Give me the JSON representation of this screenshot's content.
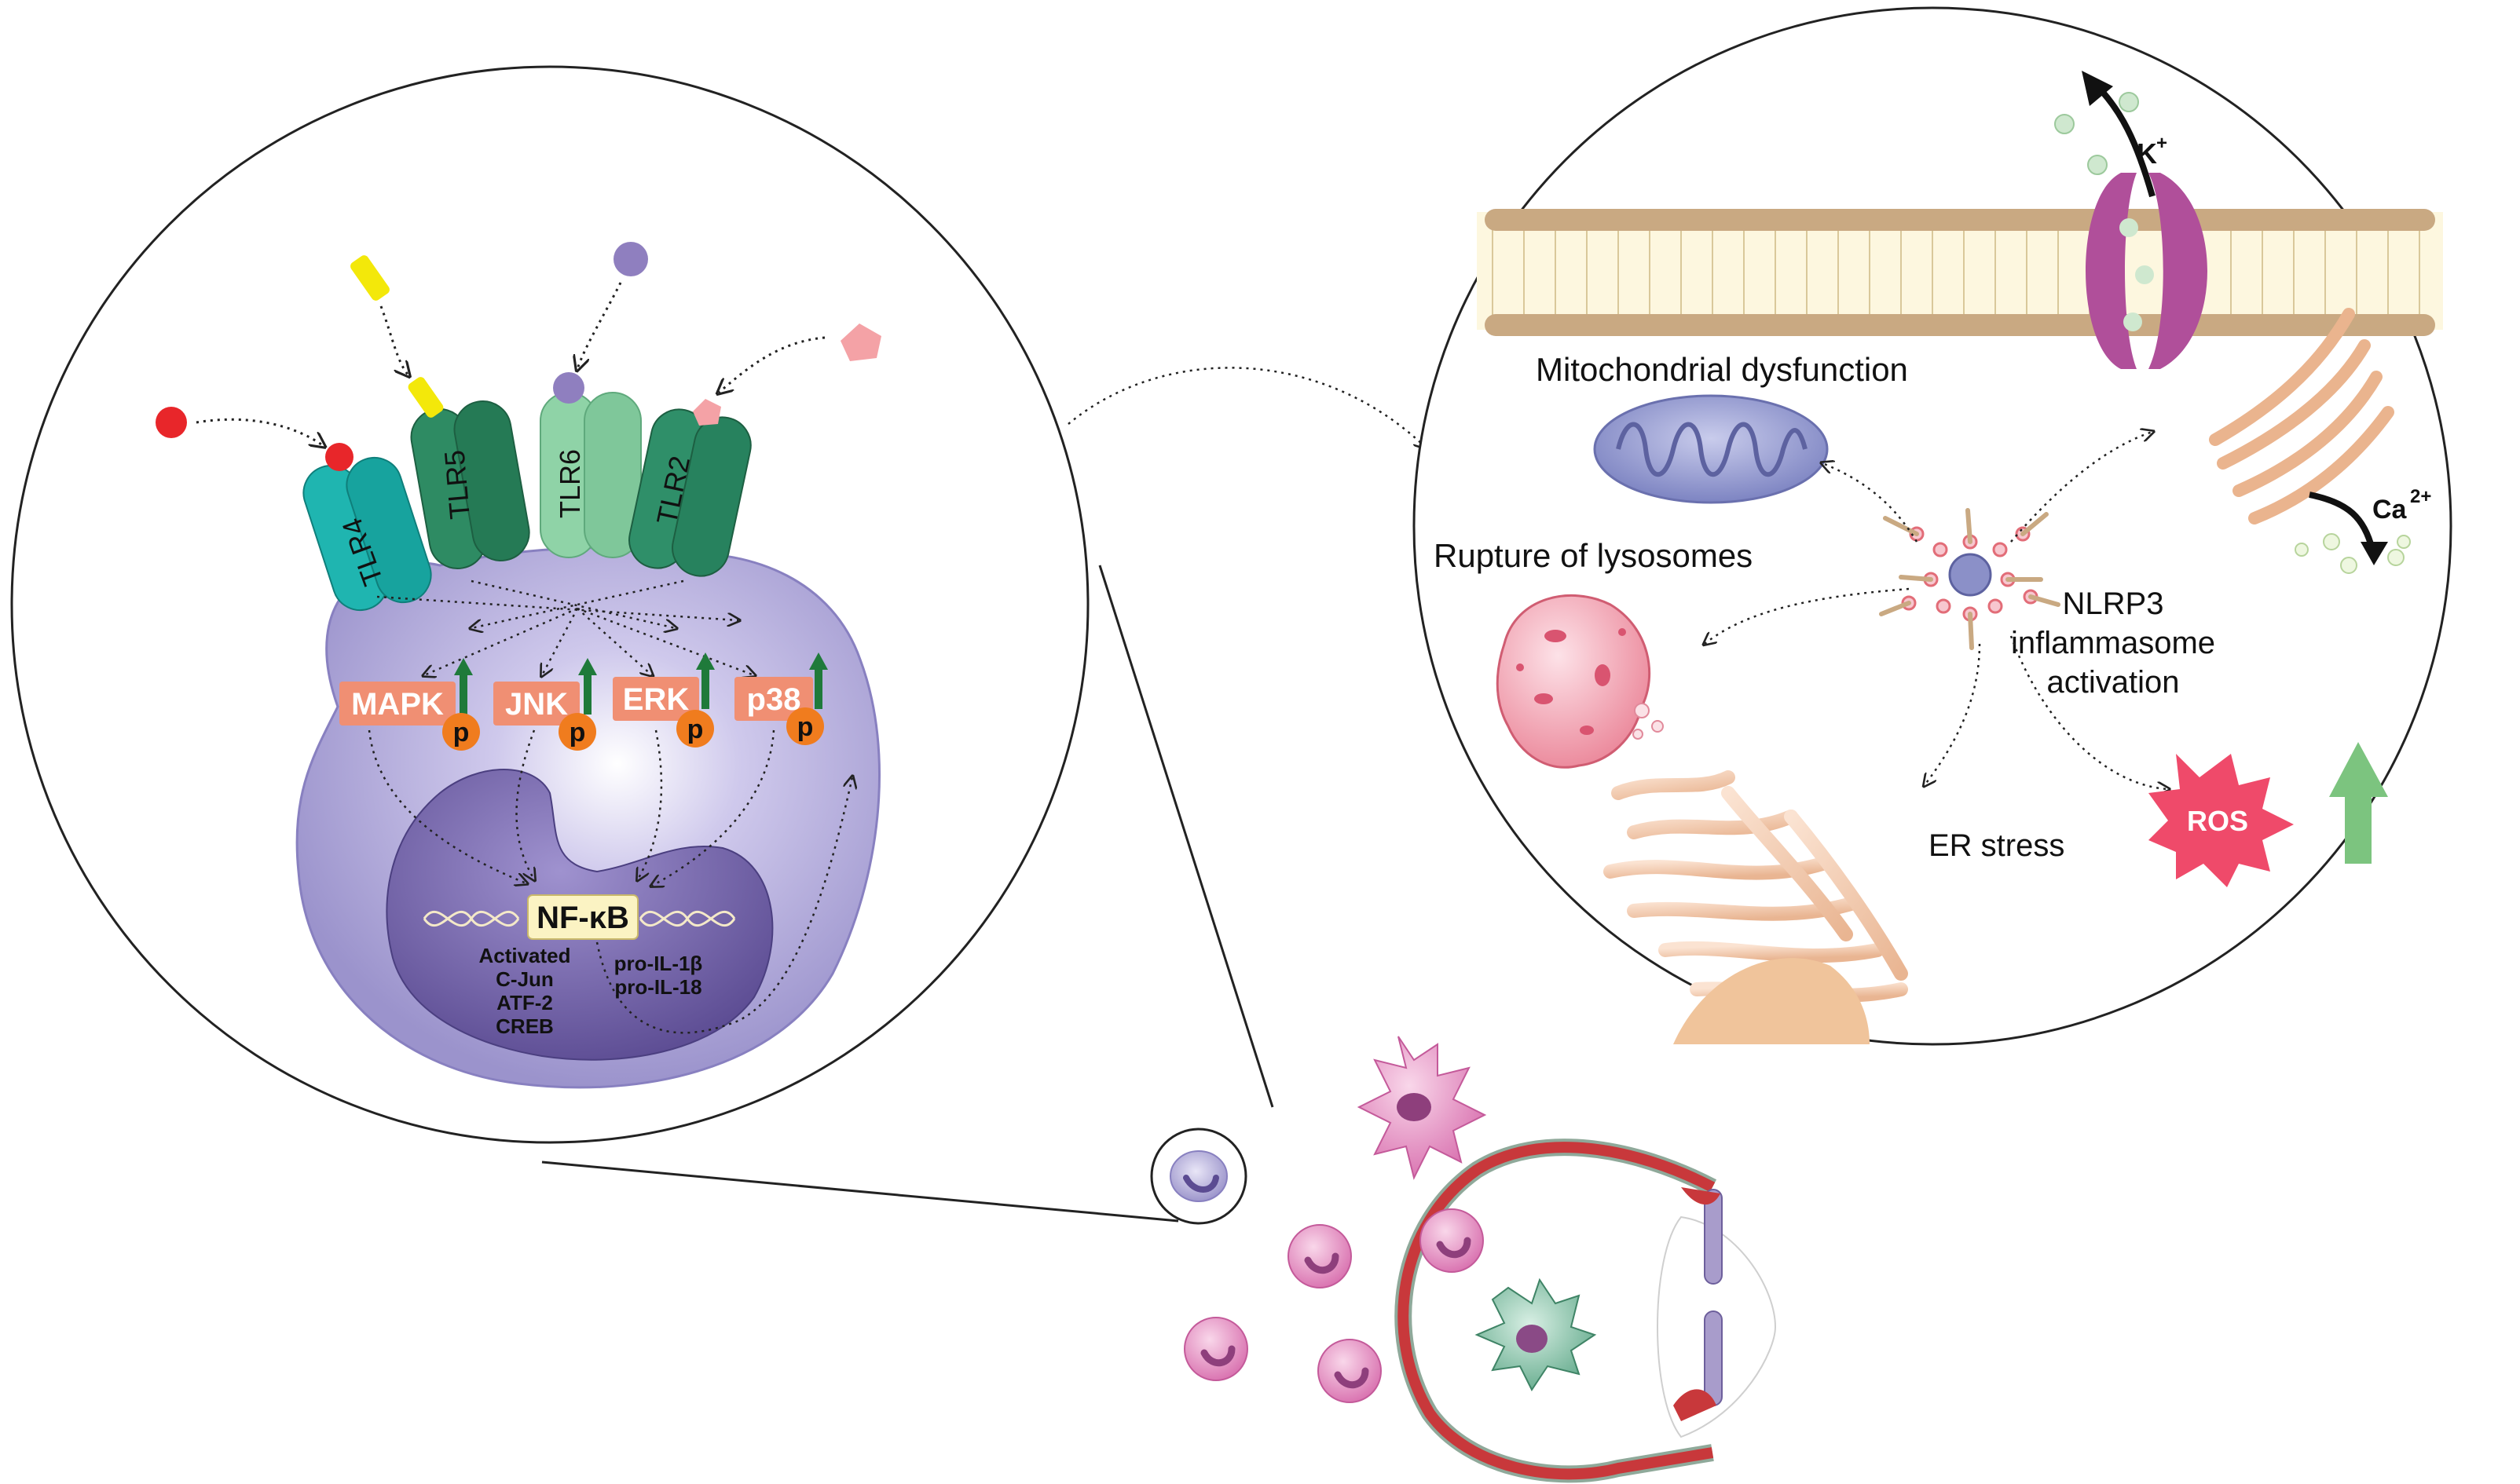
{
  "receptors": {
    "tlr4": "TLR4",
    "tlr5": "TLR5",
    "tlr6": "TLR6",
    "tlr2": "TLR2"
  },
  "kinases": {
    "mapk": "MAPK",
    "jnk": "JNK",
    "erk": "ERK",
    "p38": "p38",
    "phospho": "p"
  },
  "nucleus": {
    "nfkb": "NF-κB",
    "activated": "Activated",
    "cjun": "C-Jun",
    "atf2": "ATF-2",
    "creb": "CREB",
    "pro_il1b": "pro-IL-1β",
    "pro_il18": "pro-IL-18"
  },
  "inflammasome": {
    "potassium": "K",
    "potassium_charge": "+",
    "calcium": "Ca",
    "calcium_charge": "2+",
    "mito": "Mitochondrial dysfunction",
    "lysosome": "Rupture of lysosomes",
    "nlrp3_line1": "NLRP3",
    "nlrp3_line2": "inflammasome",
    "nlrp3_line3": "activation",
    "er_stress": "ER stress",
    "ros": "ROS"
  },
  "colors": {
    "cell_body": "#a9a3d6",
    "nucleus": "#6f5fa6",
    "tlr4": "#1fb5b0",
    "tlr5": "#2e8b63",
    "tlr6": "#8fd3a7",
    "tlr2": "#2f8f69",
    "kinase_box": "#f08f73",
    "phospho": "#f07c1e",
    "up_arrow": "#1f7a3a",
    "k_channel": "#b04f9a",
    "ros_star": "#ef4a6a",
    "ros_arrow": "#7cc47f",
    "eye_wall": "#c8383b"
  }
}
